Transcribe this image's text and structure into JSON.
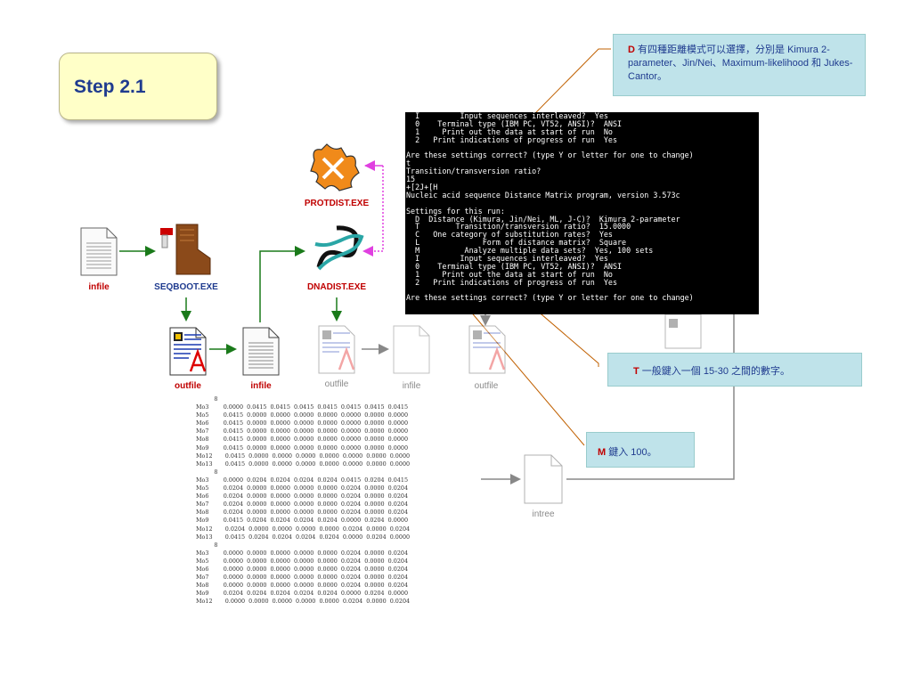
{
  "step_title": "Step 2.1",
  "nodes": {
    "infile_1": "infile",
    "seqboot": "SEQBOOT.EXE",
    "protdist": "PROTDIST.EXE",
    "dnadist": "DNADIST.EXE",
    "outfile_1": "outfile",
    "infile_2": "infile",
    "outfile_2": "outfile",
    "infile_3": "infile",
    "outfile_3": "outfile",
    "intree": "intree"
  },
  "callouts": {
    "d_key": "D",
    "d_text": " 有四種距離模式可以選擇，分別是 Kimura 2-parameter、Jin/Nei、Maximum-likelihood 和 Jukes-Cantor。",
    "t_key": "T",
    "t_text": " 一般鍵入一個 15-30 之間的數字。",
    "m_key": "M",
    "m_text": " 鍵入 100。"
  },
  "terminal_lines": [
    "  I         Input sequences interleaved?  Yes",
    "  0    Terminal type (IBM PC, VT52, ANSI)?  ANSI",
    "  1     Print out the data at start of run  No",
    "  2   Print indications of progress of run  Yes",
    "",
    "Are these settings correct? (type Y or letter for one to change)",
    "t",
    "Transition/transversion ratio?",
    "15",
    "+[2J+[H",
    "Nucleic acid sequence Distance Matrix program, version 3.573c",
    "",
    "Settings for this run:",
    "  D  Distance (Kimura, Jin/Nei, ML, J-C)?  Kimura 2-parameter",
    "  T        Transition/transversion ratio?  15.0000",
    "  C   One category of substitution rates?  Yes",
    "  L              Form of distance matrix?  Square",
    "  M          Analyze multiple data sets?  Yes, 100 sets",
    "  I         Input sequences interleaved?  Yes",
    "  0    Terminal type (IBM PC, VT52, ANSI)?  ANSI",
    "  1     Print out the data at start of run  No",
    "  2   Print indications of progress of run  Yes",
    "",
    "Are these settings correct? (type Y or letter for one to change)"
  ],
  "matrix_lines": [
    "          8",
    "Mo3        0.0000  0.0415  0.0415  0.0415  0.0415  0.0415  0.0415  0.0415",
    "Mo5        0.0415  0.0000  0.0000  0.0000  0.0000  0.0000  0.0000  0.0000",
    "Mo6        0.0415  0.0000  0.0000  0.0000  0.0000  0.0000  0.0000  0.0000",
    "Mo7        0.0415  0.0000  0.0000  0.0000  0.0000  0.0000  0.0000  0.0000",
    "Mo8        0.0415  0.0000  0.0000  0.0000  0.0000  0.0000  0.0000  0.0000",
    "Mo9        0.0415  0.0000  0.0000  0.0000  0.0000  0.0000  0.0000  0.0000",
    "Mo12       0.0415  0.0000  0.0000  0.0000  0.0000  0.0000  0.0000  0.0000",
    "Mo13       0.0415  0.0000  0.0000  0.0000  0.0000  0.0000  0.0000  0.0000",
    "          8",
    "Mo3        0.0000  0.0204  0.0204  0.0204  0.0204  0.0415  0.0204  0.0415",
    "Mo5        0.0204  0.0000  0.0000  0.0000  0.0000  0.0204  0.0000  0.0204",
    "Mo6        0.0204  0.0000  0.0000  0.0000  0.0000  0.0204  0.0000  0.0204",
    "Mo7        0.0204  0.0000  0.0000  0.0000  0.0000  0.0204  0.0000  0.0204",
    "Mo8        0.0204  0.0000  0.0000  0.0000  0.0000  0.0204  0.0000  0.0204",
    "Mo9        0.0415  0.0204  0.0204  0.0204  0.0204  0.0000  0.0204  0.0000",
    "Mo12       0.0204  0.0000  0.0000  0.0000  0.0000  0.0204  0.0000  0.0204",
    "Mo13       0.0415  0.0204  0.0204  0.0204  0.0204  0.0000  0.0204  0.0000",
    "          8",
    "Mo3        0.0000  0.0000  0.0000  0.0000  0.0000  0.0204  0.0000  0.0204",
    "Mo5        0.0000  0.0000  0.0000  0.0000  0.0000  0.0204  0.0000  0.0204",
    "Mo6        0.0000  0.0000  0.0000  0.0000  0.0000  0.0204  0.0000  0.0204",
    "Mo7        0.0000  0.0000  0.0000  0.0000  0.0000  0.0204  0.0000  0.0204",
    "Mo8        0.0000  0.0000  0.0000  0.0000  0.0000  0.0204  0.0000  0.0204",
    "Mo9        0.0204  0.0204  0.0204  0.0204  0.0204  0.0000  0.0204  0.0000",
    "Mo12       0.0000  0.0000  0.0000  0.0000  0.0000  0.0204  0.0000  0.0204"
  ],
  "colors": {
    "flow_arrow": "#1a7a1a",
    "faded_arrow": "#888888",
    "callout_line": "#c06000",
    "dotted_link": "#e040e0",
    "note_bg": "#bfe3ea",
    "step_bg": "#ffffc8"
  }
}
